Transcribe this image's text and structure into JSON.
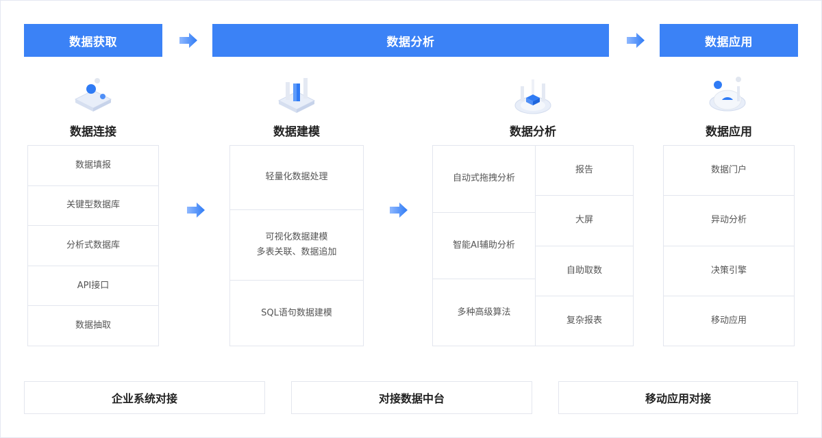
{
  "stages": {
    "acquire": "数据获取",
    "analyze": "数据分析",
    "apply": "数据应用"
  },
  "columns": {
    "connect": {
      "title": "数据连接",
      "items": [
        "数据填报",
        "关键型数据库",
        "分析式数据库",
        "API接口",
        "数据抽取"
      ]
    },
    "modeling": {
      "title": "数据建模",
      "items": [
        {
          "line1": "轻量化数据处理",
          "line2": ""
        },
        {
          "line1": "可视化数据建模",
          "line2": "多表关联、数据追加"
        },
        {
          "line1": "SQL语句数据建模",
          "line2": ""
        }
      ]
    },
    "analysis": {
      "title": "数据分析",
      "left": [
        "自动式拖拽分析",
        "智能AI辅助分析",
        "多种高级算法"
      ],
      "right": [
        "报告",
        "大屏",
        "自助取数",
        "复杂报表"
      ]
    },
    "application": {
      "title": "数据应用",
      "items": [
        "数据门户",
        "异动分析",
        "决策引擎",
        "移动应用"
      ]
    }
  },
  "bottom": [
    "企业系统对接",
    "对接数据中台",
    "移动应用对接"
  ],
  "colors": {
    "accent": "#3b82f6",
    "arrow": "#2f7bf5",
    "border": "#e3e6ee"
  },
  "icons": {
    "flow_arrow": "arrow-right-icon",
    "connect": "data-connection-icon",
    "modeling": "data-modeling-icon",
    "analysis": "data-analysis-icon",
    "application": "data-application-icon"
  }
}
